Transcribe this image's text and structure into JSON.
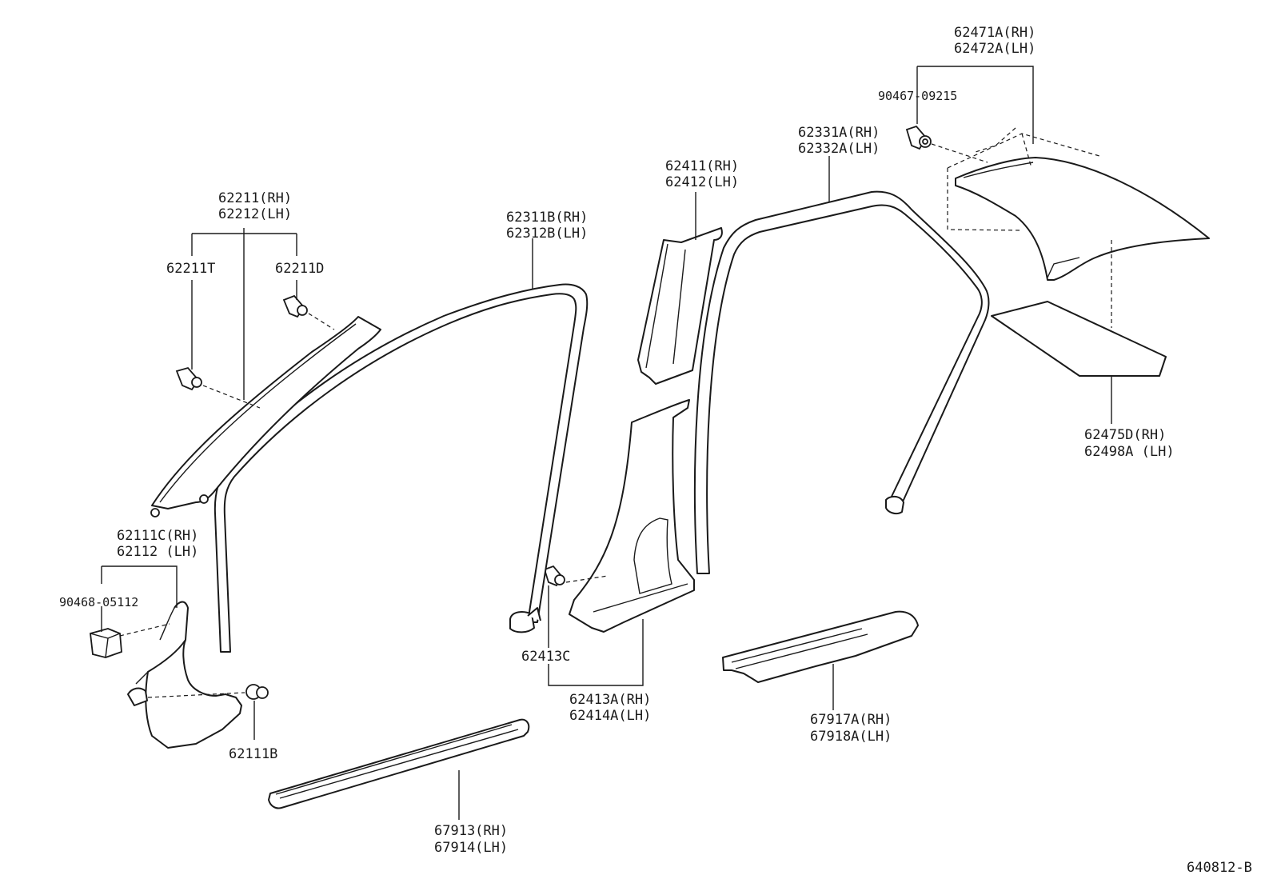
{
  "labels": {
    "p62471": "62471A(RH)",
    "p62472": "62472A(LH)",
    "p90467": "90467-09215",
    "p62331": "62331A(RH)",
    "p62332": "62332A(LH)",
    "p62411": "62411(RH)",
    "p62412": "62412(LH)",
    "p62311": "62311B(RH)",
    "p62312": "62312B(LH)",
    "p62211": "62211(RH)",
    "p62212": "62212(LH)",
    "p62211T": "62211T",
    "p62211D": "62211D",
    "p62111C": "62111C(RH)",
    "p62112": "62112 (LH)",
    "p90468": "90468-05112",
    "p62111B": "62111B",
    "p62413C": "62413C",
    "p62413A": "62413A(RH)",
    "p62414A": "62414A(LH)",
    "p62475D": "62475D(RH)",
    "p62498A": "62498A (LH)",
    "p67917A": "67917A(RH)",
    "p67918A": "67918A(LH)",
    "p67913": "67913(RH)",
    "p67914": "67914(LH)"
  },
  "figure_code": "640812-B",
  "colors": {
    "line": "#1a1a1a",
    "background": "#ffffff"
  }
}
